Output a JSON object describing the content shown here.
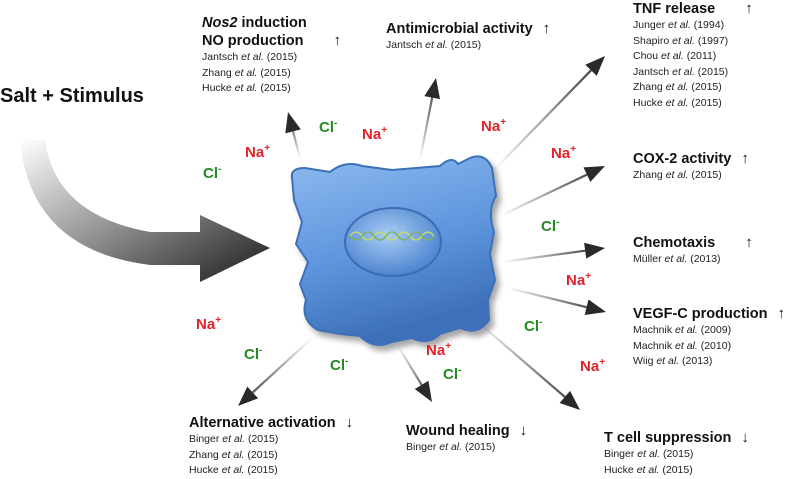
{
  "stimulus_label": "Salt + Stimulus",
  "ions": {
    "na": {
      "base": "Na",
      "charge": "+"
    },
    "cl": {
      "base": "Cl",
      "charge": "-"
    }
  },
  "outcomes": [
    {
      "title_italic": "Nos2",
      "title": " induction",
      "title2": "NO production",
      "direction": "↑",
      "refs": [
        {
          "author": "Jantsch",
          "etal": "et al.",
          "year": "(2015)"
        },
        {
          "author": "Zhang",
          "etal": "et al.",
          "year": "(2015)"
        },
        {
          "author": "Hucke",
          "etal": "et al.",
          "year": "(2015)"
        }
      ]
    },
    {
      "title": "Antimicrobial activity",
      "direction": "↑",
      "refs": [
        {
          "author": "Jantsch",
          "etal": "et al.",
          "year": "(2015)"
        }
      ]
    },
    {
      "title": "TNF release",
      "direction": "↑",
      "refs": [
        {
          "author": "Junger",
          "etal": "et al.",
          "year": " (1994)"
        },
        {
          "author": "Shapiro",
          "etal": "et al.",
          "year": "(1997)"
        },
        {
          "author": "Chou",
          "etal": "et al.",
          "year": "(2011)"
        },
        {
          "author": "Jantsch",
          "etal": "et al.",
          "year": "(2015)"
        },
        {
          "author": "Zhang",
          "etal": "et al.",
          "year": "(2015)"
        },
        {
          "author": "Hucke",
          "etal": "et al.",
          "year": "(2015)"
        }
      ]
    },
    {
      "title": "COX-2 activity",
      "direction": "↑",
      "refs": [
        {
          "author": "Zhang",
          "etal": "et al.",
          "year": "(2015)"
        }
      ]
    },
    {
      "title": "Chemotaxis",
      "direction": "↑",
      "refs": [
        {
          "author": "Müller",
          "etal": "et al.",
          "year": "(2013)"
        }
      ]
    },
    {
      "title": "VEGF-C production",
      "direction": "↑",
      "refs": [
        {
          "author": "Machnik",
          "etal": "et al.",
          "year": "(2009)"
        },
        {
          "author": "Machnik",
          "etal": "et al.",
          "year": "(2010)"
        },
        {
          "author": "Wiig",
          "etal": "et al.",
          "year": "(2013)"
        }
      ]
    },
    {
      "title": "Alternative activation",
      "direction": "↓",
      "refs": [
        {
          "author": "Binger",
          "etal": "et al.",
          "year": "(2015)"
        },
        {
          "author": "Zhang",
          "etal": "et al.",
          "year": "(2015)"
        },
        {
          "author": "Hucke",
          "etal": "et al.",
          "year": "(2015)"
        }
      ]
    },
    {
      "title": "Wound healing",
      "direction": "↓",
      "refs": [
        {
          "author": "Binger",
          "etal": "et al.",
          "year": "(2015)"
        }
      ]
    },
    {
      "title": "T cell suppression",
      "direction": "↓",
      "refs": [
        {
          "author": "Binger",
          "etal": "et al.",
          "year": "(2015)"
        },
        {
          "author": "Hucke",
          "etal": "et al.",
          "year": "(2015)"
        }
      ]
    }
  ],
  "colors": {
    "sodium": "#e0232a",
    "chloride": "#238a23",
    "cell": "#5b93dc",
    "arrow": "#2a2a2a"
  }
}
